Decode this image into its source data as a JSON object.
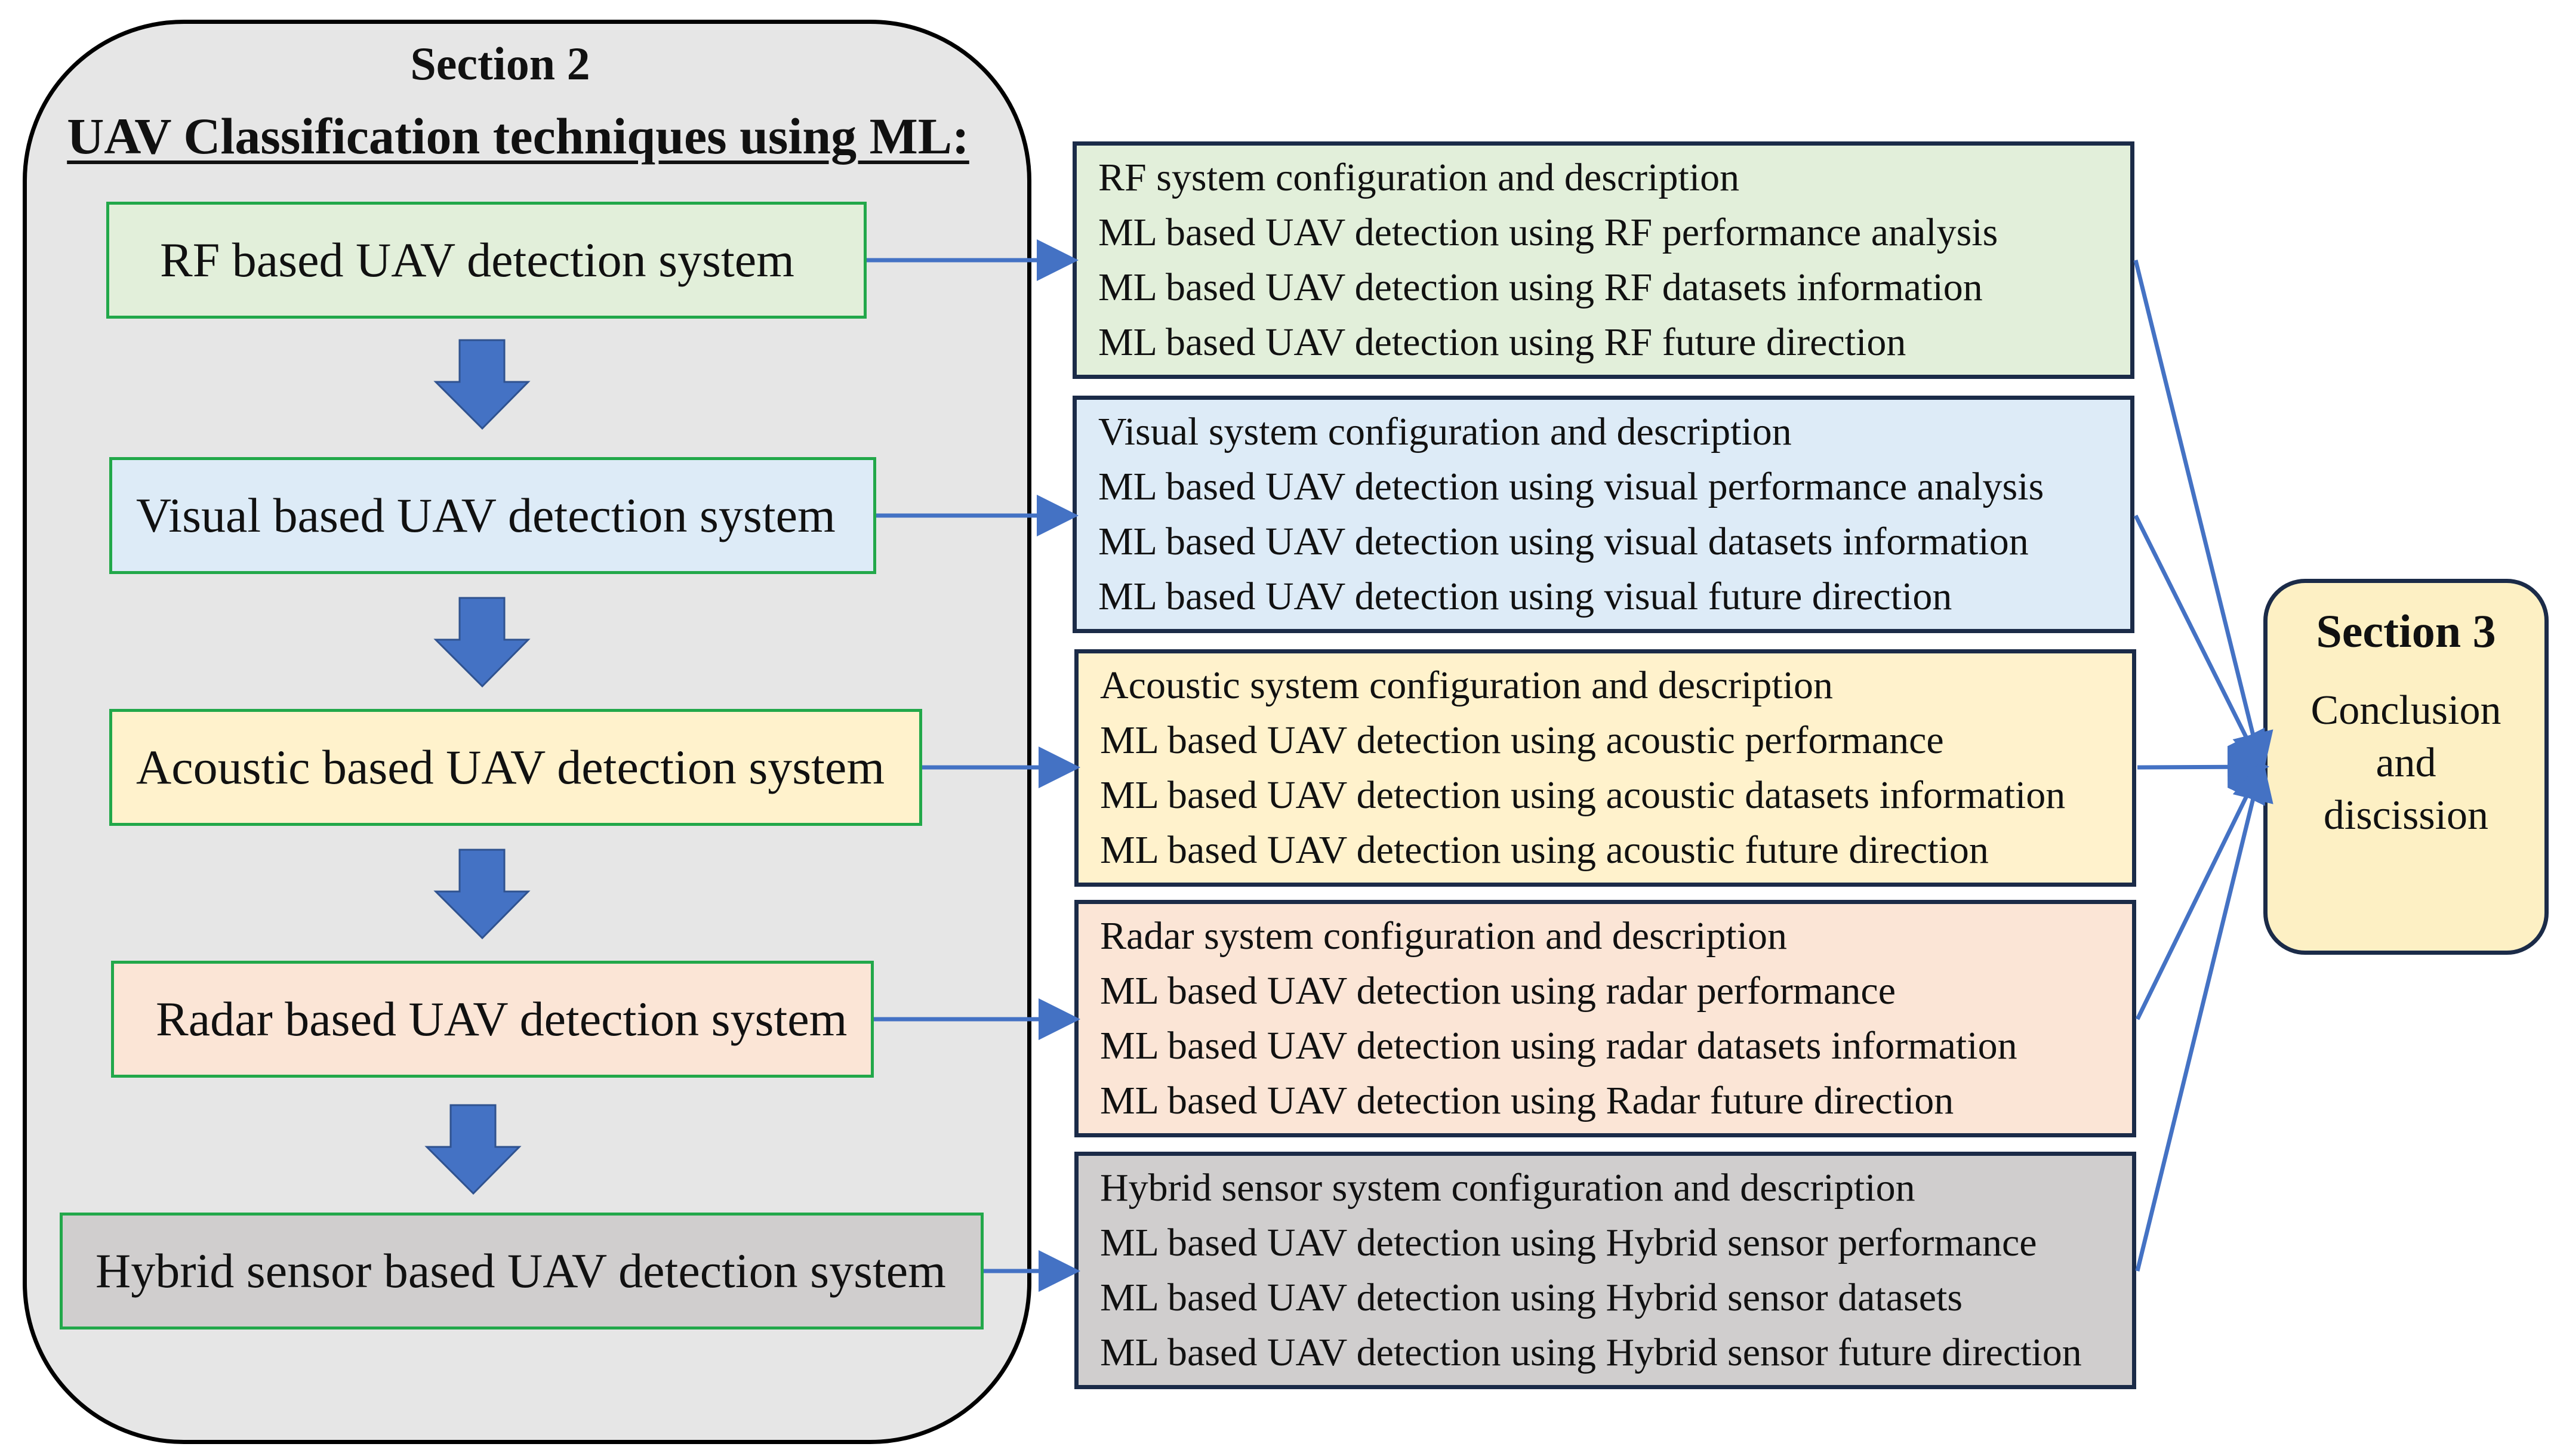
{
  "section2": {
    "title": "Section 2",
    "subtitle": "UAV Classification techniques using ML:",
    "systems": [
      {
        "label": "RF based UAV detection system",
        "fill": "#e2efda"
      },
      {
        "label": "Visual based UAV detection system",
        "fill": "#ddebf7"
      },
      {
        "label": "Acoustic based UAV detection system",
        "fill": "#fff2cc"
      },
      {
        "label": "Radar based UAV detection system",
        "fill": "#fbe5d6"
      },
      {
        "label": "Hybrid sensor based UAV detection system",
        "fill": "#d0cece"
      }
    ]
  },
  "details": [
    {
      "fill": "#e2efda",
      "lines": [
        "RF system configuration and description",
        "ML based UAV detection using RF performance analysis",
        "ML based UAV detection using RF datasets information",
        "ML based UAV detection using RF future direction"
      ]
    },
    {
      "fill": "#ddebf7",
      "lines": [
        "Visual system configuration and description",
        "ML based UAV detection using visual performance analysis",
        "ML based UAV detection using visual datasets information",
        "ML based UAV detection using visual future direction"
      ]
    },
    {
      "fill": "#fff2cc",
      "lines": [
        "Acoustic system configuration and description",
        "ML based UAV detection using acoustic performance",
        "ML based UAV detection using acoustic datasets information",
        "ML based UAV detection using acoustic future direction"
      ]
    },
    {
      "fill": "#fbe5d6",
      "lines": [
        "Radar system configuration and description",
        "ML based UAV detection using radar performance",
        "ML based UAV detection using radar datasets information",
        "ML based UAV detection using Radar future direction"
      ]
    },
    {
      "fill": "#d0cece",
      "lines": [
        "Hybrid sensor system configuration and description",
        "ML based UAV detection using Hybrid sensor performance",
        "ML based UAV detection using Hybrid sensor datasets",
        "ML based UAV detection using Hybrid sensor future direction"
      ]
    }
  ],
  "section3": {
    "title": "Section 3",
    "body_lines": [
      "Conclusion",
      "and",
      "discission"
    ],
    "fill": "#fdf0c4"
  },
  "colors": {
    "arrow": "#4472c4",
    "flow_arrow": "#4472c4",
    "system_border": "#22a84a",
    "detail_border": "#1b2b48"
  }
}
